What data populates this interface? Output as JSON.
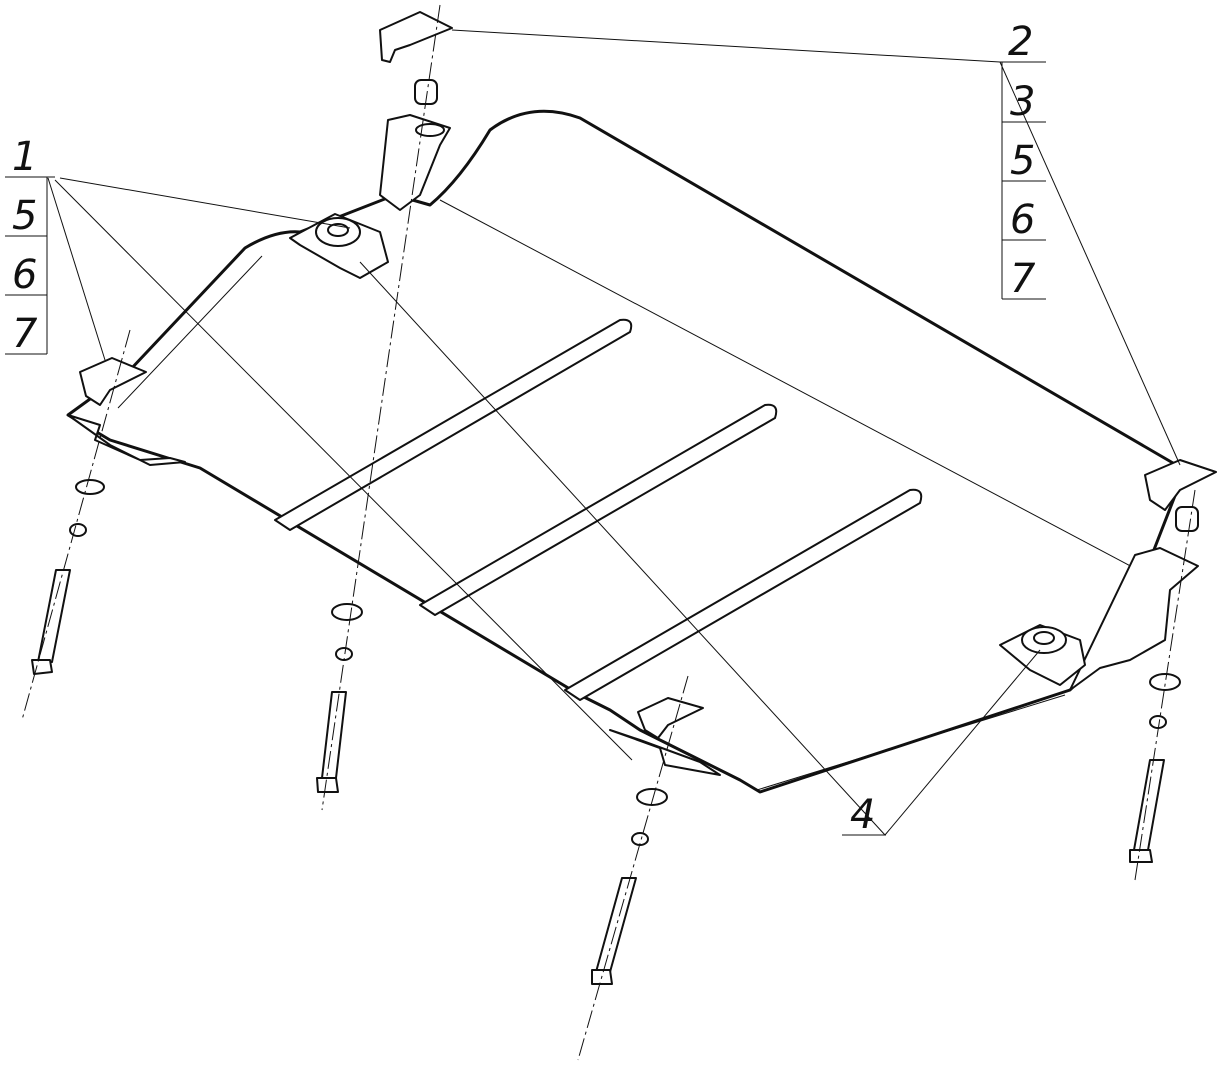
{
  "callouts": {
    "group_left": {
      "top": "1",
      "rows": [
        "5",
        "6",
        "7"
      ]
    },
    "group_right": {
      "top": "2",
      "rows": [
        "3",
        "5",
        "6",
        "7"
      ]
    },
    "single": "4"
  },
  "colors": {
    "ink": "#111111",
    "paper": "#ffffff"
  }
}
